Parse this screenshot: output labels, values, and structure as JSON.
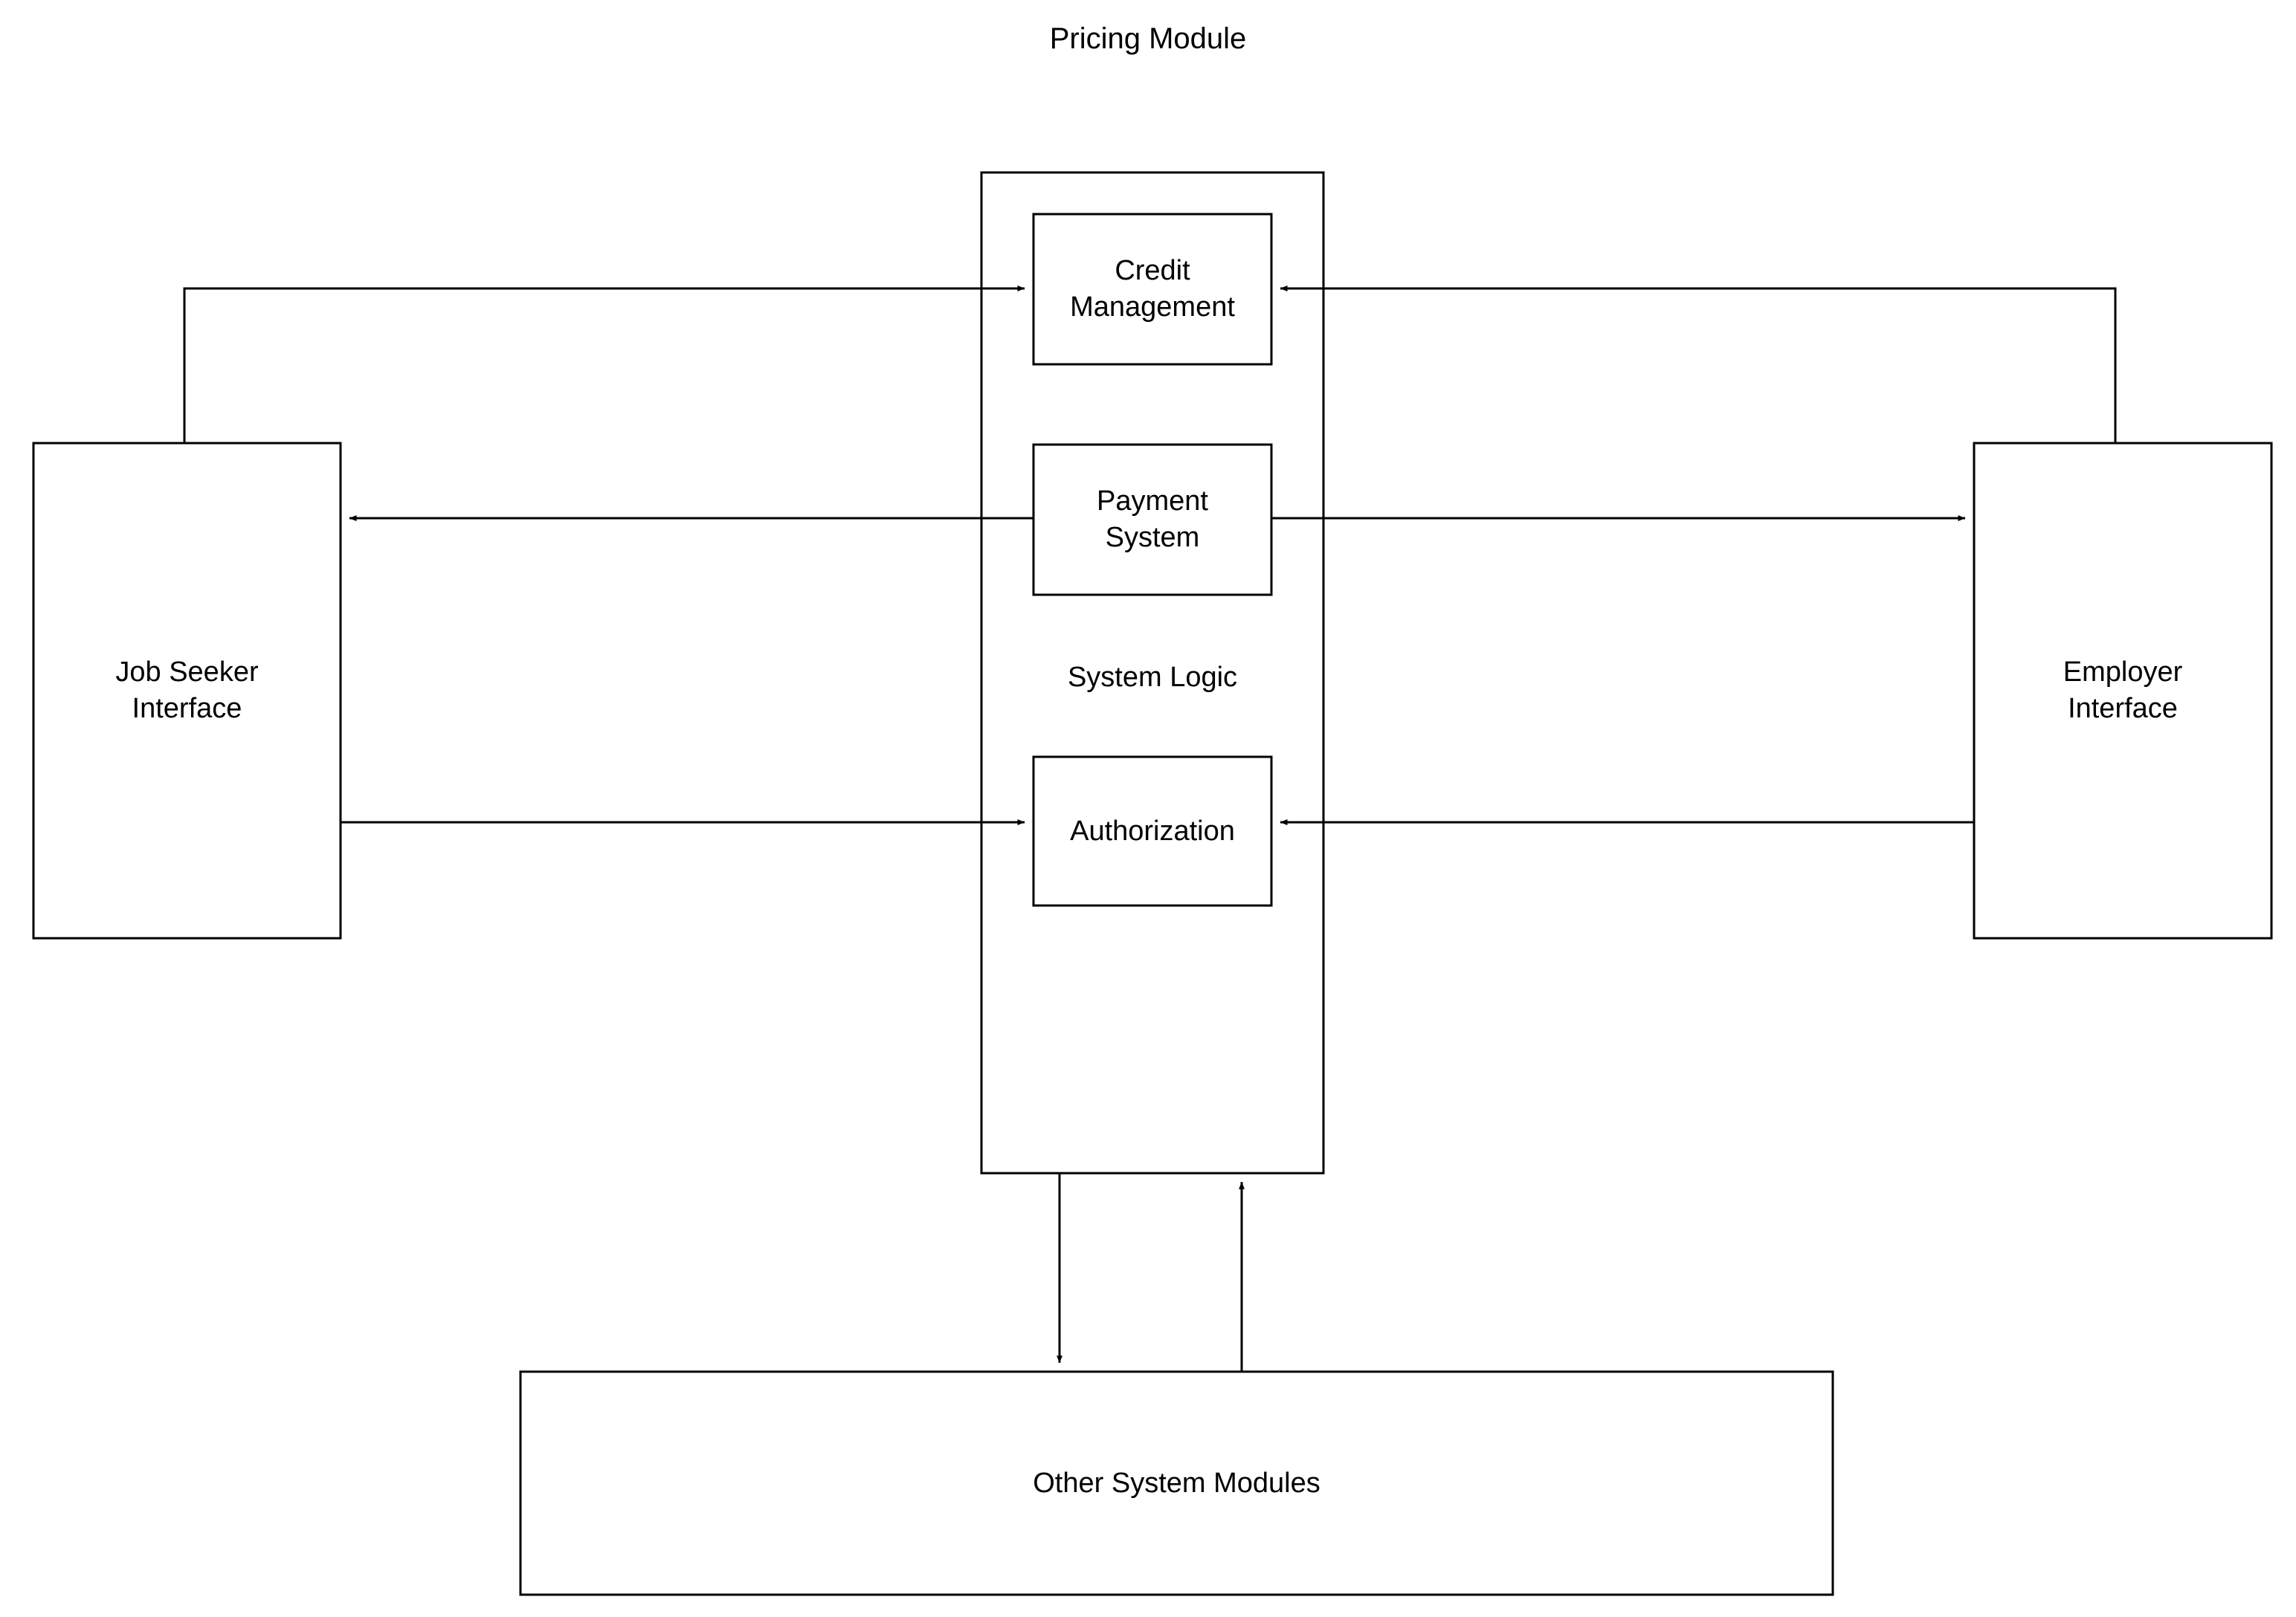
{
  "diagram": {
    "title": "Pricing Module",
    "type": "block-diagram",
    "background_color": "#ffffff",
    "line_color": "#000000",
    "text_color": "#000000"
  },
  "container": {
    "name": "System Logic",
    "label": "System Logic",
    "children_labels": [
      "Credit Management",
      "Payment System",
      "Authorization"
    ]
  },
  "nodes": {
    "credit_management": {
      "label": "Credit\nManagement"
    },
    "payment_system": {
      "label": "Payment\nSystem"
    },
    "system_logic": {
      "label": "System Logic"
    },
    "authorization": {
      "label": "Authorization"
    },
    "job_seeker_interface": {
      "label": "Job Seeker\nInterface"
    },
    "employer_interface": {
      "label": "Employer\nInterface"
    },
    "other_system_modules": {
      "label": "Other System Modules"
    }
  },
  "edges": [
    {
      "from": "Job Seeker Interface",
      "to": "Credit Management",
      "direction": "to",
      "arrowhead": "right"
    },
    {
      "from": "Employer Interface",
      "to": "Credit Management",
      "direction": "to",
      "arrowhead": "left"
    },
    {
      "from": "Payment System",
      "to": "Job Seeker Interface",
      "direction": "to",
      "arrowhead": "left"
    },
    {
      "from": "Payment System",
      "to": "Employer Interface",
      "direction": "to",
      "arrowhead": "right"
    },
    {
      "from": "Job Seeker Interface",
      "to": "Authorization",
      "direction": "to",
      "arrowhead": "right"
    },
    {
      "from": "Employer Interface",
      "to": "Authorization",
      "direction": "to",
      "arrowhead": "left"
    },
    {
      "from": "System Logic",
      "to": "Other System Modules",
      "direction": "to",
      "arrowhead": "down"
    },
    {
      "from": "Other System Modules",
      "to": "System Logic",
      "direction": "to",
      "arrowhead": "up"
    }
  ]
}
